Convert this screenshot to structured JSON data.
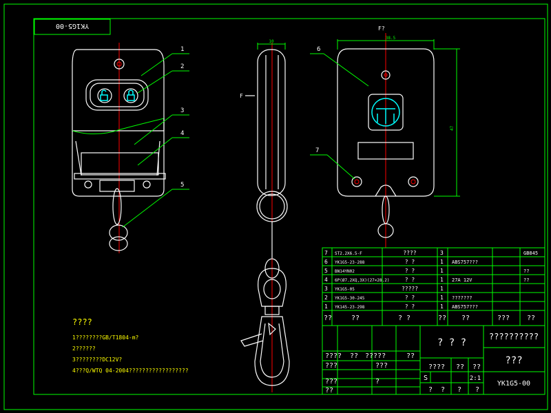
{
  "title_block": {
    "drawing_no_top": "YK1G5-00",
    "drawing_no": "YK1G5-00",
    "scale": "2:1",
    "mark": "S",
    "company": "??????????",
    "name": "? ? ?",
    "product": "???"
  },
  "bom": {
    "rows": [
      {
        "no": "7",
        "code": "ST2.2X6.5-F",
        "name": "????",
        "qty": "3",
        "material": "",
        "note": "GB845"
      },
      {
        "no": "6",
        "code": "YK1G5-23-288",
        "name": "? ?",
        "qty": "1",
        "material": "ABS757???",
        "note": ""
      },
      {
        "no": "5",
        "code": "BN14YN02",
        "name": "? ?",
        "qty": "1",
        "material": "",
        "note": "??"
      },
      {
        "no": "4",
        "code": "6P(Ø7.2XQ,3X)(27×28.2)",
        "name": "? ?",
        "qty": "1",
        "material": "27A 12V",
        "note": "??"
      },
      {
        "no": "3",
        "code": "YK1G5-05",
        "name": "?????",
        "qty": "1",
        "material": "",
        "note": ""
      },
      {
        "no": "2",
        "code": "YK1G5-30-245",
        "name": "? ?",
        "qty": "1",
        "material": "???????",
        "note": ""
      },
      {
        "no": "1",
        "code": "YK145-23-298",
        "name": "? ?",
        "qty": "1",
        "material": "ABS757???",
        "note": ""
      }
    ],
    "header": {
      "no": "??",
      "code": "??",
      "name": "? ?",
      "qty": "??",
      "material": "??",
      "note1": "???",
      "note2": "??"
    }
  },
  "notes": {
    "title": "????",
    "lines": [
      "1????????GB/T1804-m?",
      "2??????",
      "3????????DC12V?",
      "4???Q/WTQ 04-2004??????????????????"
    ]
  },
  "title_cells": {
    "a": "????",
    "b": "??",
    "c": "?????",
    "d": "??",
    "e": "???",
    "f": "???",
    "g": "???",
    "h": "?",
    "i": "??",
    "j": "????",
    "k": "??",
    "l": "??",
    "m": "?",
    "n": "?",
    "o": "?",
    "p": "?"
  },
  "callouts": [
    "1",
    "2",
    "3",
    "4",
    "5",
    "6",
    "7"
  ],
  "view_labels": {
    "f_left": "F",
    "f_top": "F?"
  },
  "dims": {
    "thickness": "10",
    "width": "38.5",
    "height": "47"
  }
}
